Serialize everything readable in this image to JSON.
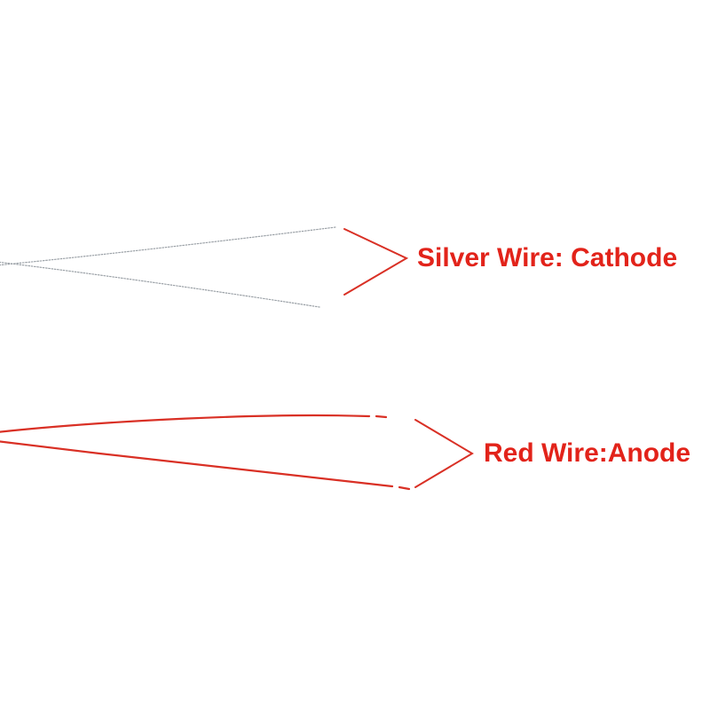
{
  "colors": {
    "label_red": "#e2231a",
    "wire_red": "#d93025",
    "wire_silver": "#9aa0a6",
    "background": "#ffffff"
  },
  "annotations": [
    {
      "id": "silver-wire",
      "label": "Silver Wire: Cathode"
    },
    {
      "id": "red-wire",
      "label": "Red Wire:Anode"
    }
  ]
}
